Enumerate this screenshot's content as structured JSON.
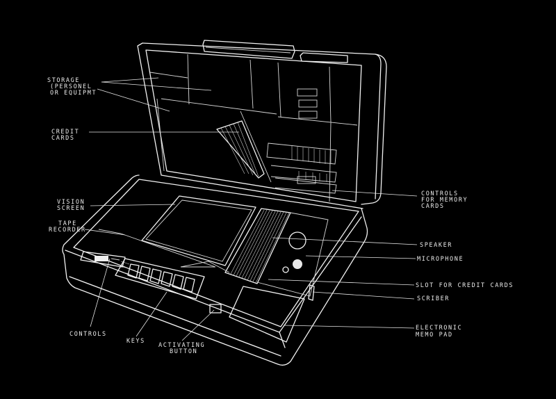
{
  "labels": {
    "storage": [
      "STORAGE",
      "(PERSONEL",
      "OR EQUIPMT"
    ],
    "credit_cards": [
      "CREDIT",
      "CARDS"
    ],
    "vision_screen": [
      "VISION",
      "SCREEN"
    ],
    "tape_recorder": [
      "TAPE",
      "RECORDER"
    ],
    "controls": "CONTROLS",
    "keys": "KEYS",
    "activating_button": [
      "ACTIVATING",
      "BUTTON"
    ],
    "controls_memory_cards": [
      "CONTROLS",
      "FOR MEMORY",
      "CARDS"
    ],
    "speaker": "SPEAKER",
    "microphone": "MICROPHONE",
    "slot_credit_cards": "SLOT FOR CREDIT CARDS",
    "scriber": "SCRIBER",
    "memo_pad": [
      "ELECTRONIC",
      "MEMO PAD"
    ]
  }
}
